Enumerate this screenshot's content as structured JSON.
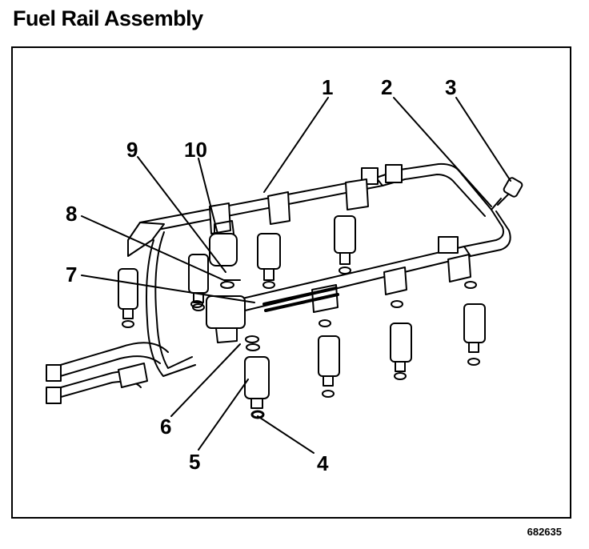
{
  "title": "Fuel Rail Assembly",
  "callouts": [
    "1",
    "2",
    "3",
    "4",
    "5",
    "6",
    "7",
    "8",
    "9",
    "10"
  ],
  "figure_id": "682635"
}
